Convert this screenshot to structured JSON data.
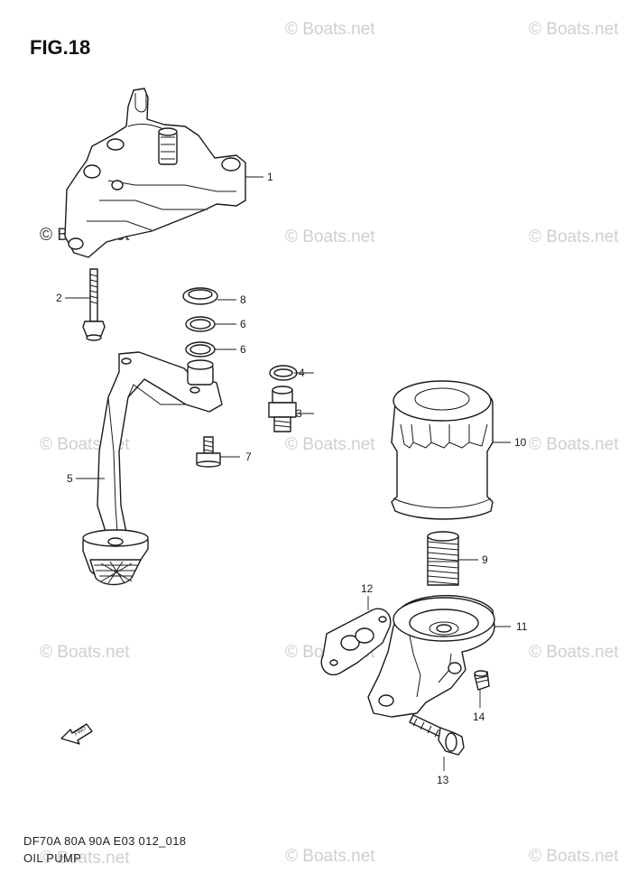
{
  "figure": {
    "title": "FIG.18",
    "model_code": "DF70A 80A 90A E03 012_018",
    "section_name": "OIL PUMP"
  },
  "watermark": {
    "text": "© Boats.net"
  },
  "fwd_arrow": {
    "label": "FWD"
  },
  "callouts": [
    "1",
    "2",
    "8",
    "6",
    "6",
    "4",
    "3",
    "7",
    "5",
    "10",
    "9",
    "12",
    "11",
    "14",
    "13"
  ]
}
